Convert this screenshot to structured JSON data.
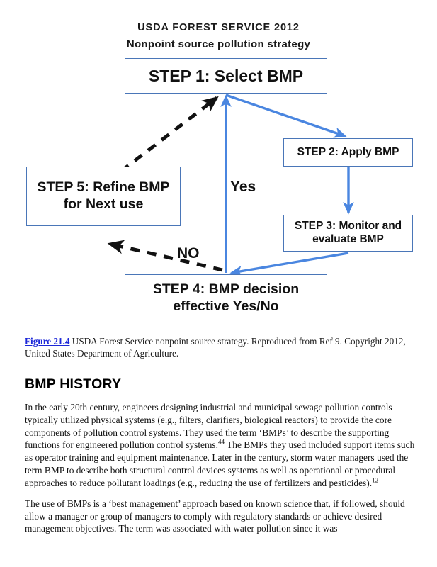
{
  "figure": {
    "title_line1": "USDA FOREST SERVICE 2012",
    "title_line2": "Nonpoint source pollution strategy",
    "colors": {
      "box_border": "#4a76b8",
      "solid_arrow": "#4a86e0",
      "dashed_arrow": "#111111",
      "link": "#1c27d8"
    },
    "nodes": [
      {
        "id": "step1",
        "label": "STEP 1: Select BMP"
      },
      {
        "id": "step2",
        "label": "STEP 2: Apply BMP"
      },
      {
        "id": "step3",
        "label": "STEP 3: Monitor and evaluate BMP"
      },
      {
        "id": "step4",
        "label": "STEP 4: BMP decision effective Yes/No"
      },
      {
        "id": "step5",
        "label": "STEP 5: Refine BMP for Next use"
      }
    ],
    "edge_labels": {
      "yes": "Yes",
      "no": "NO"
    },
    "edges": [
      {
        "from": "step1",
        "to": "step2",
        "style": "solid",
        "color": "#4a86e0",
        "label": ""
      },
      {
        "from": "step2",
        "to": "step3",
        "style": "solid",
        "color": "#4a86e0",
        "label": ""
      },
      {
        "from": "step3",
        "to": "step4",
        "style": "solid",
        "color": "#4a86e0",
        "label": ""
      },
      {
        "from": "step4",
        "to": "step1",
        "style": "solid",
        "color": "#4a86e0",
        "label": "Yes"
      },
      {
        "from": "step4",
        "to": "step5",
        "style": "dashed",
        "color": "#111111",
        "label": "NO"
      },
      {
        "from": "step5",
        "to": "step1",
        "style": "dashed",
        "color": "#111111",
        "label": ""
      }
    ]
  },
  "caption": {
    "ref": "Figure 21.4",
    "text": " USDA Forest Service nonpoint source strategy. Reproduced from Ref 9. Copyright 2012, United States Department of Agriculture."
  },
  "section": {
    "heading": "BMP HISTORY",
    "paragraphs": [
      {
        "parts": [
          {
            "type": "text",
            "value": "In the early 20th century, engineers designing industrial and municipal sewage pollution controls typically utilized physical systems (e.g., filters, clarifiers, biological reactors) to provide the core components of pollution control systems. They used the term ‘BMPs’ to describe the supporting functions for engineered pollution control systems."
          },
          {
            "type": "sup",
            "value": "44"
          },
          {
            "type": "text",
            "value": " The BMPs they used included support items such as operator training and equipment maintenance. Later in the century, storm water managers used the term BMP to describe both structural control devices systems as well as operational or procedural approaches to reduce pollutant loadings (e.g., reducing the use of fertilizers and pesticides)."
          },
          {
            "type": "sup",
            "value": "12"
          }
        ]
      },
      {
        "parts": [
          {
            "type": "text",
            "value": "The use of BMPs is a ‘best management’ approach based on known science that, if followed, should allow a manager or group of managers to comply with regulatory standards or achieve desired management objectives. The term was associated with water pollution since it was"
          }
        ]
      }
    ]
  }
}
